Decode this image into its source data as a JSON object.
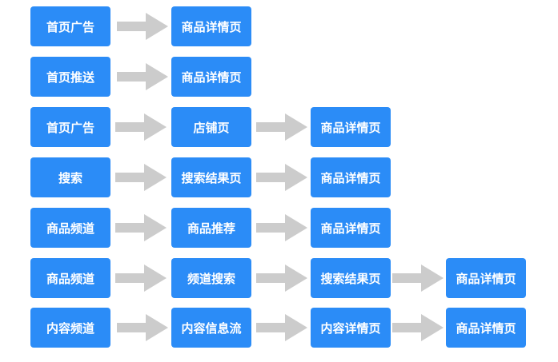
{
  "colors": {
    "node_fill": "#2b8cf7",
    "node_text": "#ffffff",
    "arrow": "#cccccc"
  },
  "flows": [
    {
      "nodes": [
        "首页广告",
        "商品详情页"
      ]
    },
    {
      "nodes": [
        "首页推送",
        "商品详情页"
      ]
    },
    {
      "nodes": [
        "首页广告",
        "店铺页",
        "商品详情页"
      ]
    },
    {
      "nodes": [
        "搜索",
        "搜索结果页",
        "商品详情页"
      ]
    },
    {
      "nodes": [
        "商品频道",
        "商品推荐",
        "商品详情页"
      ]
    },
    {
      "nodes": [
        "商品频道",
        "频道搜索",
        "搜索结果页",
        "商品详情页"
      ]
    },
    {
      "nodes": [
        "内容频道",
        "内容信息流",
        "内容详情页",
        "商品详情页"
      ]
    }
  ]
}
